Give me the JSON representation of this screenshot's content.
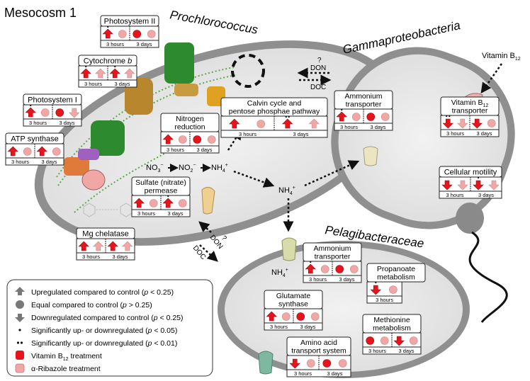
{
  "title": "Mesocosm 1",
  "organisms": {
    "prochlorococcus": "Prochlorococcus",
    "gammaproteobacteria": "Gammaproteobacteria",
    "pelagibacteraceae": "Pelagibacteraceae"
  },
  "timepoints": [
    "3 hours",
    "3 days"
  ],
  "panels": [
    {
      "id": "photosystem-ii",
      "title": "Photosystem II",
      "symbols": [
        "up-star",
        "equal-pink",
        "equal-red",
        "equal-pink"
      ]
    },
    {
      "id": "cytochrome-b",
      "title_main": "Cytochrome ",
      "title_italic": "b",
      "symbols": [
        "up-star",
        "up-pink",
        "up-star",
        "up-pink"
      ]
    },
    {
      "id": "photosystem-i",
      "title": "Photosystem I",
      "symbols": [
        "up-star",
        "equal-pink",
        "equal-red",
        "down-pink"
      ]
    },
    {
      "id": "atp-synthase",
      "title": "ATP synthase",
      "symbols": [
        "up",
        "equal-pink",
        "up",
        "equal-pink"
      ]
    },
    {
      "id": "mg-chelatase",
      "title": "Mg chelatase",
      "symbols": [
        "up",
        "up-pink",
        "up",
        "up-pink"
      ]
    },
    {
      "id": "nitrogen-reduction",
      "title_lines": [
        "Nitrogen",
        "reduction"
      ],
      "symbols": [
        "up",
        "equal-pink",
        "equal-red",
        "equal-pink"
      ]
    },
    {
      "id": "sulfate-permease",
      "title_lines": [
        "Sulfate (nitrate)",
        "permease"
      ],
      "symbols": [
        "up",
        "equal-pink",
        "up-star",
        "equal-pink"
      ]
    },
    {
      "id": "calvin-cycle",
      "title_lines": [
        "Calvin cycle and",
        "pentose phosphae pathway"
      ],
      "symbols": [
        "up",
        "equal-pink",
        "up-2star",
        "up-pink"
      ]
    },
    {
      "id": "gamma-ammonium",
      "title_lines": [
        "Ammonium",
        "transporter"
      ],
      "symbols": [
        "up-star",
        "equal-pink",
        "equal-red",
        "equal-pink"
      ]
    },
    {
      "id": "vitamin-b12-transporter",
      "title_lines_sub": [
        "Vitamin B",
        "12",
        "transporter"
      ],
      "symbols": [
        "down-2star",
        "down-pink",
        "down",
        "equal-pink"
      ]
    },
    {
      "id": "cellular-motility",
      "title": "Cellular motility",
      "symbols": [
        "down",
        "down-pink",
        "down-star",
        "down-pink"
      ]
    },
    {
      "id": "pelagi-ammonium",
      "title_lines": [
        "Ammonium",
        "transporter"
      ],
      "symbols": [
        "up-star",
        "equal-pink",
        "equal-red",
        "equal-pink"
      ]
    },
    {
      "id": "propanoate",
      "title_lines": [
        "Propanoate",
        "metabolism"
      ],
      "symbols": [
        "down-star",
        "equal-pink"
      ]
    },
    {
      "id": "glutamate-synthase",
      "title_lines": [
        "Glutamate",
        "synthase"
      ],
      "symbols": [
        "up",
        "equal-pink",
        "equal-red",
        "equal-pink"
      ]
    },
    {
      "id": "methionine",
      "title_lines": [
        "Methionine",
        "metabolism"
      ],
      "symbols": [
        "equal-red",
        "equal-pink",
        "down",
        "equal-pink"
      ]
    },
    {
      "id": "amino-acid-transport",
      "title_lines": [
        "Amino acid",
        "transport system"
      ],
      "symbols": [
        "down",
        "equal-pink",
        "equal-red",
        "equal-pink"
      ]
    }
  ],
  "nutrients": {
    "no3": "NO",
    "no3_sub": "3",
    "no3_sup": "−",
    "no2": "NO",
    "no2_sub": "2",
    "no2_sup": "−",
    "nh4": "NH",
    "nh4_sub": "4",
    "nh4_sup": "+",
    "vitamin_b12": "Vitamin B",
    "vitamin_b12_sub": "12"
  },
  "exchange": {
    "q": "?",
    "don": "DON",
    "doc": "DOC"
  },
  "legend": [
    {
      "text": "Upregulated compared to control (",
      "italic": "p",
      "rest": " < 0.25)"
    },
    {
      "text": "Equal compared to control (",
      "italic": "p",
      "rest": " > 0.25)"
    },
    {
      "text": "Downregulated compared to control (",
      "italic": "p",
      "rest": " < 0.25)"
    },
    {
      "text": "Significantly up- or downregulated (",
      "italic": "p",
      "rest": " < 0.05)"
    },
    {
      "text": "Significantly up- or downregulated (",
      "italic": "p",
      "rest": " < 0.01)"
    },
    {
      "text": "Vitamin B",
      "sub": "12",
      "rest": " treatment"
    },
    {
      "text": "α-Ribazole treatment"
    }
  ],
  "colors": {
    "red": "#e8141c",
    "pink": "#f2a7a7",
    "cell_gray": "#e6e6e6",
    "membrane": "#9a9a9a"
  }
}
